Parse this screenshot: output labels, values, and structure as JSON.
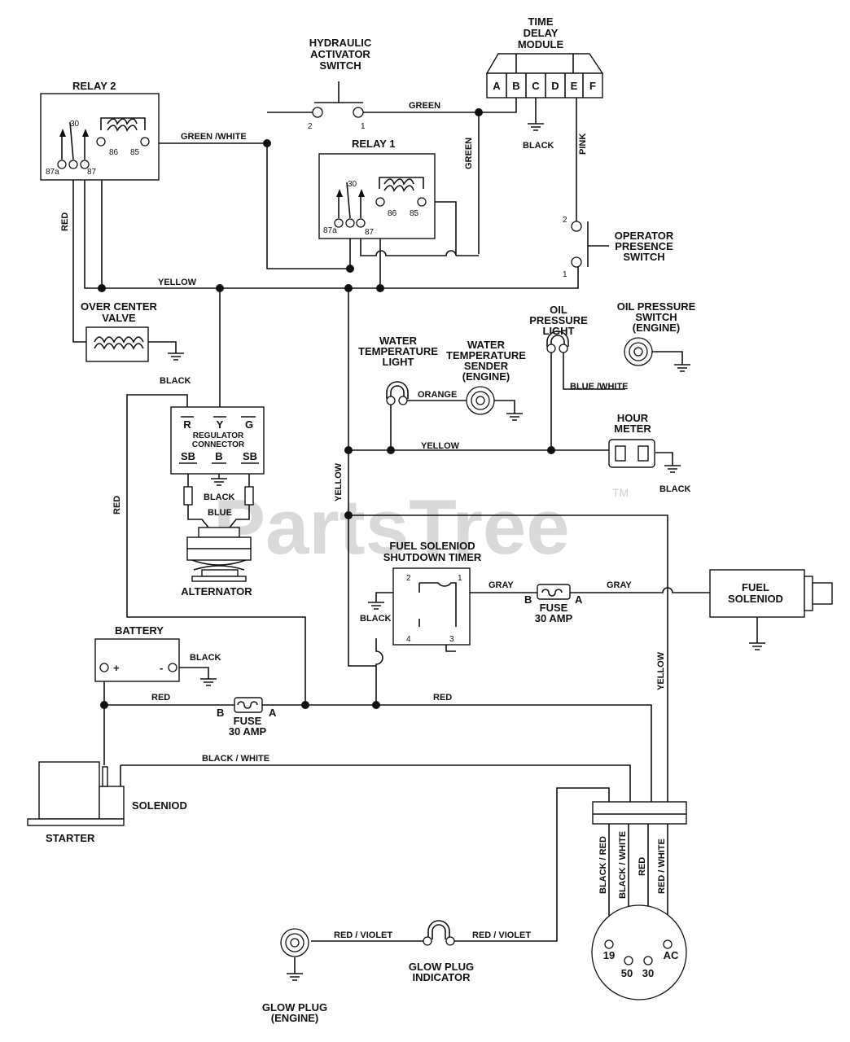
{
  "watermark": {
    "text": "PartsTree",
    "tm": "TM"
  },
  "components": {
    "hydraulic_switch": [
      "HYDRAULIC",
      "ACTIVATOR",
      "SWITCH"
    ],
    "time_delay": [
      "TIME",
      "DELAY",
      "MODULE"
    ],
    "relay2": "RELAY 2",
    "relay1": "RELAY 1",
    "operator_switch": [
      "OPERATOR",
      "PRESENCE",
      "SWITCH"
    ],
    "over_center": [
      "OVER CENTER",
      "VALVE"
    ],
    "oil_light": [
      "OIL",
      "PRESSURE",
      "LIGHT"
    ],
    "oil_switch": [
      "OIL PRESSURE",
      "SWITCH",
      "(ENGINE)"
    ],
    "water_light": [
      "WATER",
      "TEMPERATURE",
      "LIGHT"
    ],
    "water_sender": [
      "WATER",
      "TEMPERATURE",
      "SENDER",
      "(ENGINE)"
    ],
    "regulator": [
      "REGULATOR",
      "CONNECTOR"
    ],
    "hour_meter": [
      "HOUR",
      "METER"
    ],
    "alternator": "ALTERNATOR",
    "fuel_timer": [
      "FUEL SOLENIOD",
      "SHUTDOWN TIMER"
    ],
    "fuel_solenoid": [
      "FUEL",
      "SOLENIOD"
    ],
    "fuse": [
      "FUSE",
      "30 AMP"
    ],
    "battery": "BATTERY",
    "starter": "STARTER",
    "solenoid": "SOLENIOD",
    "glow_plug": [
      "GLOW PLUG",
      "(ENGINE)"
    ],
    "glow_indicator": [
      "GLOW PLUG",
      "INDICATOR"
    ]
  },
  "pins": {
    "tdm": [
      "A",
      "B",
      "C",
      "D",
      "E",
      "F"
    ],
    "relay": [
      "30",
      "87a",
      "87",
      "86",
      "85"
    ],
    "reg_top": [
      "R",
      "Y",
      "G"
    ],
    "reg_bottom": [
      "SB",
      "B",
      "SB"
    ],
    "hyd": [
      "2",
      "1"
    ],
    "ops": [
      "2",
      "1"
    ],
    "timer": [
      "2",
      "1",
      "4",
      "3"
    ],
    "fuse": [
      "B",
      "A"
    ],
    "battery": [
      "+",
      "-"
    ],
    "key": [
      "19",
      "50",
      "30",
      "AC"
    ]
  },
  "wires": {
    "green": "GREEN",
    "green_white": "GREEN /WHITE",
    "black": "BLACK",
    "pink": "PINK",
    "yellow": "YELLOW",
    "red": "RED",
    "orange": "ORANGE",
    "blue_white": "BLUE /WHITE",
    "blue": "BLUE",
    "gray": "GRAY",
    "black_white": "BLACK / WHITE",
    "black_red": "BLACK / RED",
    "red_white": "RED / WHITE",
    "red_violet": "RED / VIOLET"
  }
}
